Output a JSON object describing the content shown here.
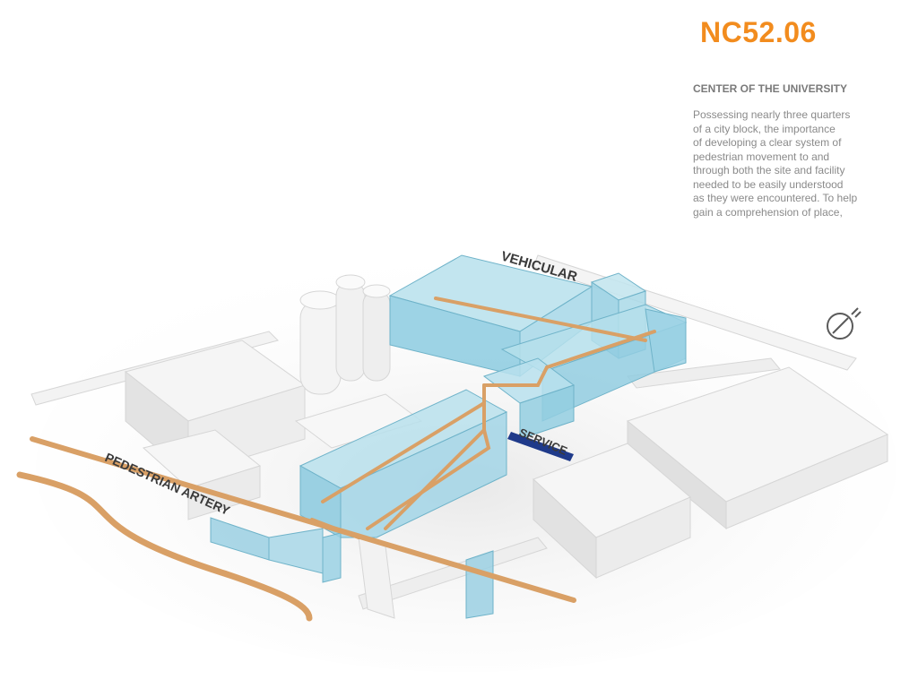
{
  "header": {
    "code": "NC52.06",
    "subheading": "CENTER OF THE UNIVERSITY",
    "body_lines": [
      "Possessing nearly three quarters",
      "of a city block, the importance",
      "of developing a clear system of",
      "pedestrian movement to and",
      "through both the site and facility",
      "needed to be easily understood",
      "as they were encountered.  To help",
      "gain a comprehension of place,"
    ]
  },
  "diagram": {
    "labels": {
      "vehicular": "VEHICULAR",
      "service": "SERVICE",
      "pedestrian": "PEDESTRIAN ARTERY"
    },
    "colors": {
      "accent": "#f28c1e",
      "building_blue": "#9dd2e3",
      "path_orange": "#d9a066",
      "service_blue": "#1f3a8a",
      "context_white": "#f2f2f2"
    },
    "icons": [
      "compass-icon"
    ]
  }
}
